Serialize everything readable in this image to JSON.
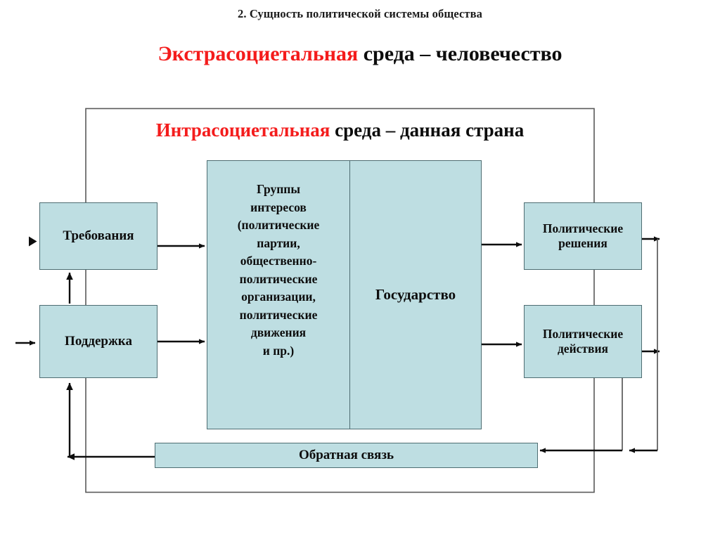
{
  "slide": {
    "heading": "2. Сущность политической системы общества",
    "extrasocietal_title": {
      "emphasis": "Экстрасоциетальная",
      "rest": " среда – человечество"
    },
    "intrasocietal_title": {
      "emphasis": "Интрасоциетальная",
      "rest": " среда – данная страна"
    }
  },
  "colors": {
    "node_fill": "#bedee2",
    "node_stroke": "#4e6d72",
    "emphasis": "#f41c1c",
    "text": "#0d0d0d",
    "background": "#ffffff"
  },
  "diagram": {
    "nodes": {
      "demands": {
        "label": "Требования"
      },
      "support": {
        "label": "Поддержка"
      },
      "interest_groups": {
        "label": "Группы\nинтересов\n(политические\nпартии,\nобщественно-\nполитические\nорганизации,\nполитические\nдвижения\nи пр.)"
      },
      "state": {
        "label": "Государство"
      },
      "decisions": {
        "label": "Политические\nрешения"
      },
      "actions": {
        "label": "Политические\nдействия"
      },
      "feedback": {
        "label": "Обратная связь"
      }
    },
    "connectors": [
      {
        "name": "input-arrow-demands",
        "from": "environment",
        "to": "demands"
      },
      {
        "name": "input-arrow-support",
        "from": "environment",
        "to": "support"
      },
      {
        "name": "arrow-demands-to-interest-groups",
        "from": "demands",
        "to": "interest_groups"
      },
      {
        "name": "arrow-support-to-interest-groups",
        "from": "support",
        "to": "interest_groups"
      },
      {
        "name": "arrow-state-to-decisions",
        "from": "state",
        "to": "decisions"
      },
      {
        "name": "arrow-state-to-actions",
        "from": "state",
        "to": "actions"
      },
      {
        "name": "arrow-decisions-to-outer-loop",
        "from": "decisions",
        "to": "feedback"
      },
      {
        "name": "arrow-actions-to-outer-loop",
        "from": "actions",
        "to": "feedback"
      },
      {
        "name": "arrow-feedback-to-left-rail",
        "from": "feedback",
        "to": "support"
      },
      {
        "name": "arrow-left-rail-to-demands",
        "from": "support",
        "to": "demands"
      }
    ]
  }
}
